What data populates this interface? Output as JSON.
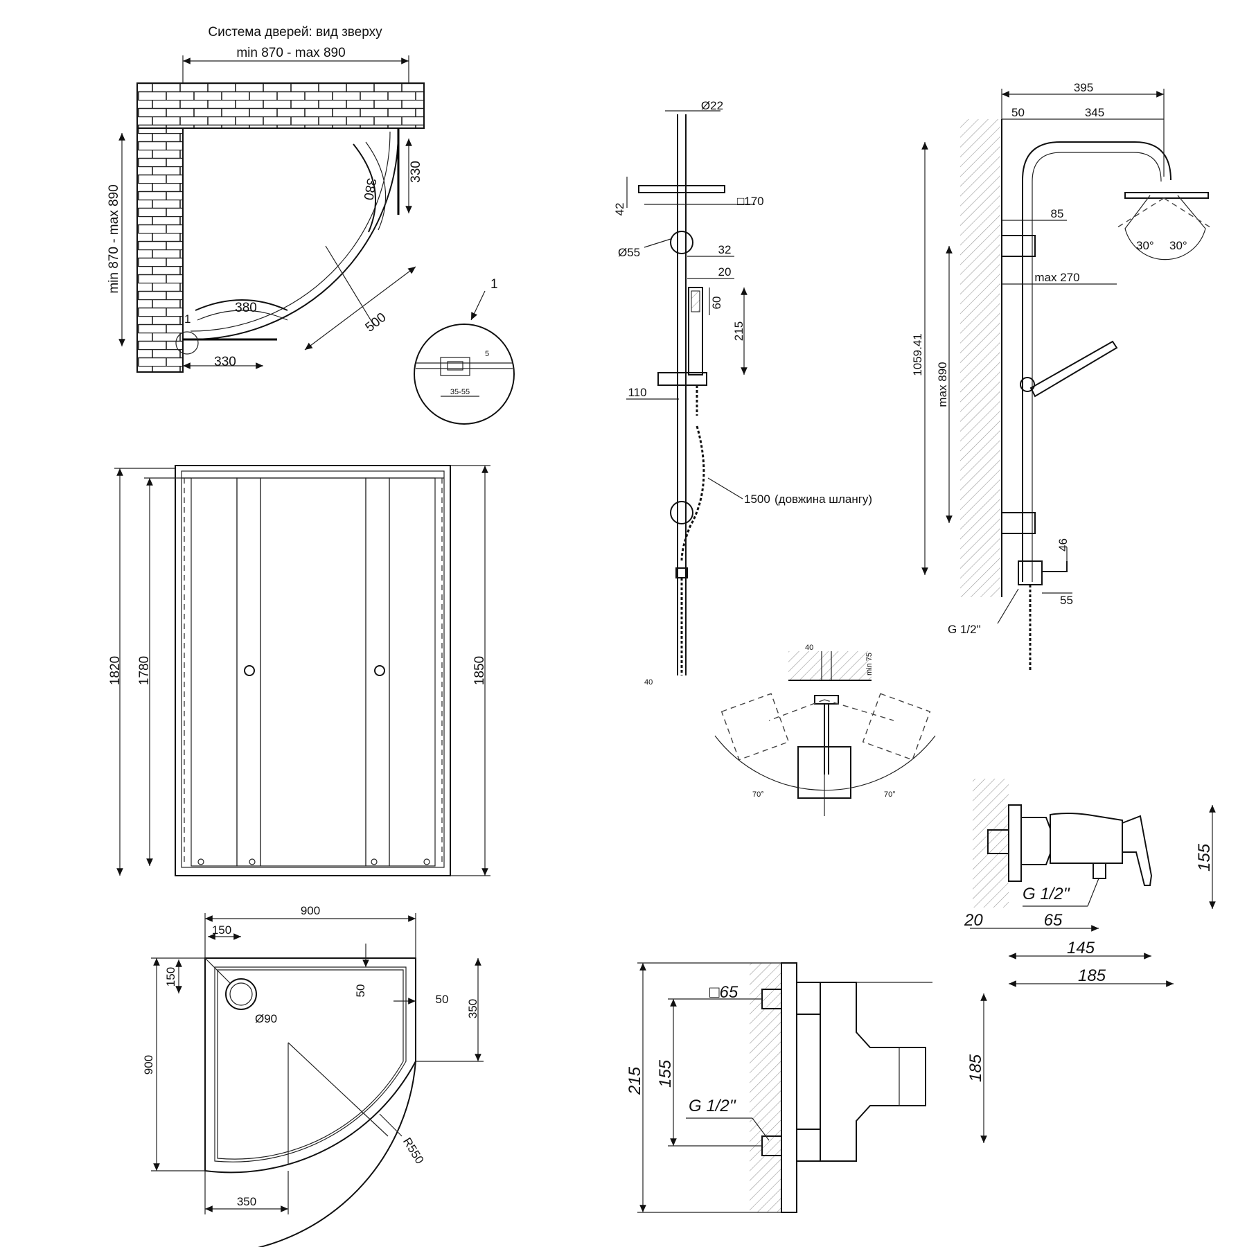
{
  "door_system": {
    "title": "Система дверей: вид зверху",
    "width_range": "min 870 - max 890",
    "depth_range": "min 870 - max 890",
    "side_330": "330",
    "bottom_330": "330",
    "handle_top": "380",
    "handle_bottom": "380",
    "radius_500": "500",
    "callout_1": "1",
    "callout_1_small": "1",
    "detail_5": "5",
    "detail_range": "35-55"
  },
  "front_view": {
    "h_1820": "1820",
    "h_1780": "1780",
    "h_1850": "1850"
  },
  "tray": {
    "width": "900",
    "depth": "900",
    "drain_x": "150",
    "drain_y": "150",
    "drain_dia": "Ø90",
    "rim_50_v": "50",
    "rim_50_h": "50",
    "side_350": "350",
    "bottom_350": "350",
    "radius": "R550"
  },
  "shower_rail": {
    "pipe_dia": "Ø22",
    "head_h": "42",
    "head_size": "□170",
    "bracket_dia": "Ø55",
    "hs_32": "32",
    "hs_20": "20",
    "hs_60": "60",
    "hs_215": "215",
    "holder_110": "110",
    "hose": "1500",
    "hose_note": "(довжина шлангу)",
    "cut_label": "40"
  },
  "shower_column": {
    "total_w": "395",
    "offset_50": "50",
    "arm_345": "345",
    "height": "1059.41",
    "max_890": "max 890",
    "bracket_85": "85",
    "max_270": "max 270",
    "angle_left": "30°",
    "angle_right": "30°",
    "inlet_46": "46",
    "inlet_55": "55",
    "thread": "G 1/2\""
  },
  "swivel_plan": {
    "w_40": "40",
    "min_75": "min 75",
    "angle_l": "70°",
    "angle_r": "70°"
  },
  "mixer_side": {
    "h_155": "155",
    "thread": "G 1/2''",
    "d_20": "20",
    "d_65": "65",
    "d_145": "145",
    "d_185": "185"
  },
  "mixer_front": {
    "h_215": "215",
    "h_155": "155",
    "sq_65": "□65",
    "thread": "G 1/2''",
    "h_185": "185"
  }
}
